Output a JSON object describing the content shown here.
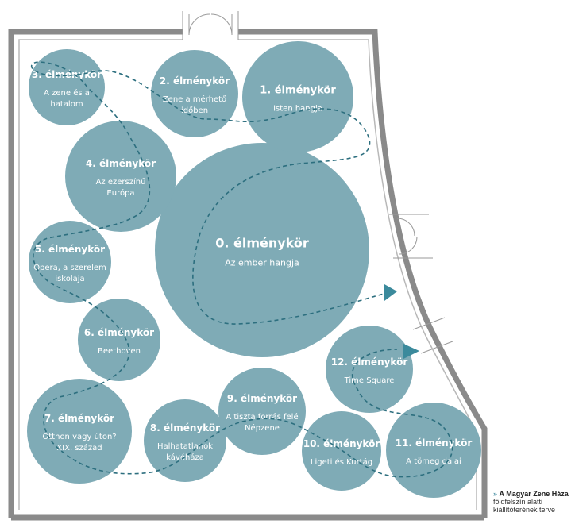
{
  "colors": {
    "circle": "#7fabb6",
    "wall": "#8a8a8a",
    "path": "#2d6f7f",
    "text": "#ffffff",
    "arrow_fill": "#3b8a9c"
  },
  "circles": [
    {
      "title": "0. élménykör",
      "lines": [
        "Az ember hangja"
      ]
    },
    {
      "title": "1. élménykör",
      "lines": [
        "Isten hangja"
      ]
    },
    {
      "title": "2. élménykör",
      "lines": [
        "Zene a mérhető",
        "időben"
      ]
    },
    {
      "title": "3. élménykör",
      "lines": [
        "A zene és a",
        "hatalom"
      ]
    },
    {
      "title": "4. élménykör",
      "lines": [
        "Az ezerszínű",
        "Európa"
      ]
    },
    {
      "title": "5. élménykör",
      "lines": [
        "Opera, a szerelem",
        "iskolája"
      ]
    },
    {
      "title": "6. élménykör",
      "lines": [
        "Beethoven"
      ]
    },
    {
      "title": "7. élménykör",
      "lines": [
        "Otthon vagy úton?",
        "XIX. század"
      ]
    },
    {
      "title": "8. élménykör",
      "lines": [
        "Halhatatlanok",
        "kávéháza"
      ]
    },
    {
      "title": "9. élménykör",
      "lines": [
        "A tiszta forrás felé",
        "Népzene"
      ]
    },
    {
      "title": "10. élménykör",
      "lines": [
        "Ligeti és Kurtág"
      ]
    },
    {
      "title": "11. élménykör",
      "lines": [
        "A tömeg dalai"
      ]
    },
    {
      "title": "12. élménykör",
      "lines": [
        "Time Square"
      ]
    }
  ],
  "caption": {
    "arrow": "»",
    "bold": "A Magyar Zene Háza",
    "rest": "földfelszín alatti kiállítóterének terve"
  }
}
